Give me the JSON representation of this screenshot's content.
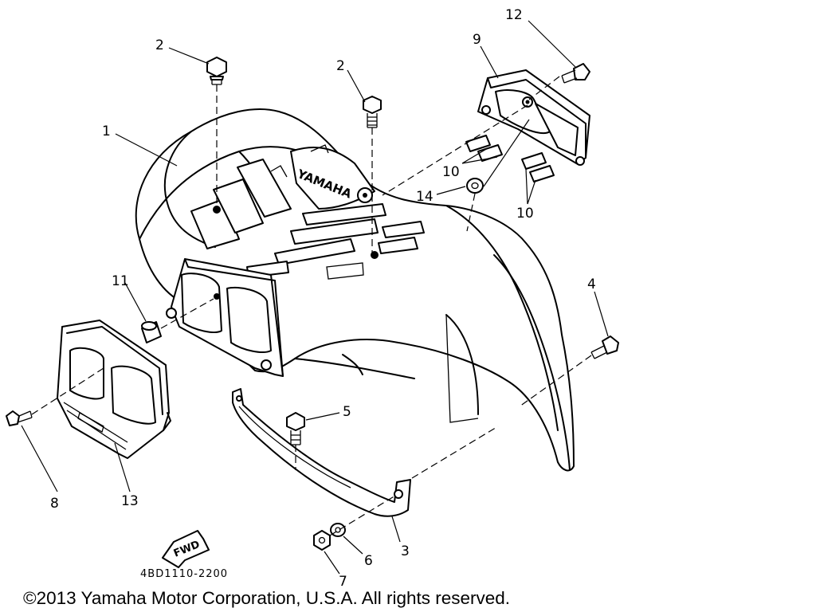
{
  "diagram": {
    "callouts": {
      "c1": "1",
      "c2a": "2",
      "c2b": "2",
      "c3": "3",
      "c4": "4",
      "c5": "5",
      "c6": "6",
      "c7": "7",
      "c8": "8",
      "c9": "9",
      "c10a": "10",
      "c10b": "10",
      "c11": "11",
      "c12": "12",
      "c13": "13",
      "c14": "14"
    },
    "brand_text": "YAMAHA",
    "fwd_text": "FWD",
    "part_code": "4BD1110-2200"
  },
  "footer": {
    "copyright": "©2013 Yamaha Motor Corporation, U.S.A. All rights reserved."
  }
}
